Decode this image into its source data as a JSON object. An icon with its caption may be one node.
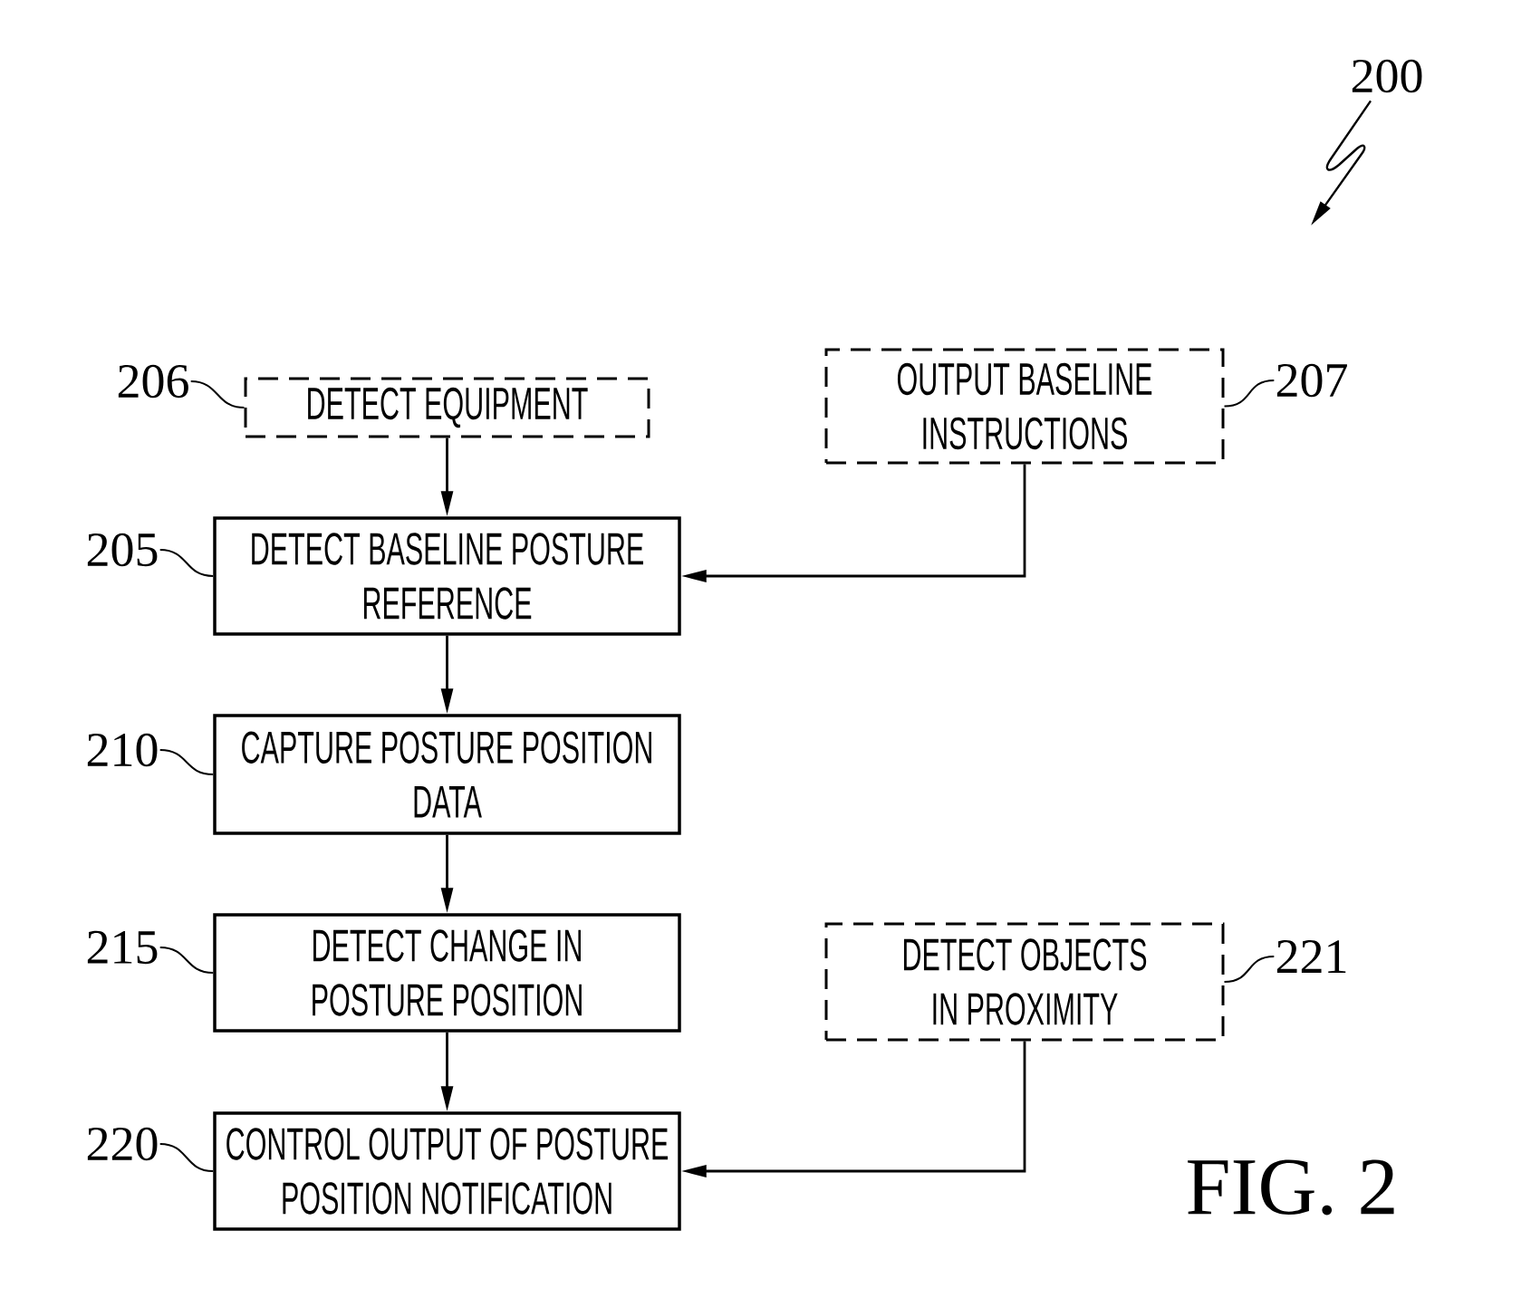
{
  "diagram": {
    "nodes": [
      {
        "text": [
          "200"
        ]
      },
      {
        "text": [
          "206"
        ]
      },
      {
        "text": [
          "DETECT EQUIPMENT"
        ]
      },
      {
        "text": [
          "OUTPUT BASELINE INSTRUCTIONS"
        ]
      },
      {
        "text": [
          "207"
        ]
      },
      {
        "text": [
          "205"
        ]
      },
      {
        "text": [
          "DETECT BASELINE POSTURE REFERENCE"
        ]
      },
      {
        "text": [
          "210"
        ]
      },
      {
        "text": [
          "CAPTURE POSTURE POSITION DATA"
        ]
      },
      {
        "text": [
          "215"
        ]
      },
      {
        "text": [
          "DETECT CHANGE IN POSTURE POSITION"
        ]
      },
      {
        "text": [
          "DETECT OBJECTS IN PROXIMITY"
        ]
      },
      {
        "text": [
          "221"
        ]
      },
      {
        "text": [
          "220"
        ]
      },
      {
        "text": [
          "CONTROL OUTPUT OF POSTURE POSITION NOTIFICATION"
        ]
      }
    ],
    "edges": [
      {
        "from": 2,
        "to": 6,
        "arrow": "to"
      },
      {
        "from": 3,
        "to": 6,
        "arrow": "to"
      },
      {
        "from": 6,
        "to": 8,
        "arrow": "to"
      },
      {
        "from": 8,
        "to": 10,
        "arrow": "to"
      },
      {
        "from": 10,
        "to": 14,
        "arrow": "to"
      },
      {
        "from": 11,
        "to": 14,
        "arrow": "to"
      },
      {
        "from": 1,
        "to": 2,
        "arrow": "none"
      },
      {
        "from": 4,
        "to": 3,
        "arrow": "none"
      },
      {
        "from": 5,
        "to": 6,
        "arrow": "none"
      },
      {
        "from": 7,
        "to": 8,
        "arrow": "none"
      },
      {
        "from": 9,
        "to": 10,
        "arrow": "none"
      },
      {
        "from": 12,
        "to": 11,
        "arrow": "none"
      },
      {
        "from": 13,
        "to": 14,
        "arrow": "none"
      },
      {
        "from": 0,
        "to": null,
        "arrow": "to"
      }
    ],
    "labels": [
      "FIG. 2"
    ]
  }
}
